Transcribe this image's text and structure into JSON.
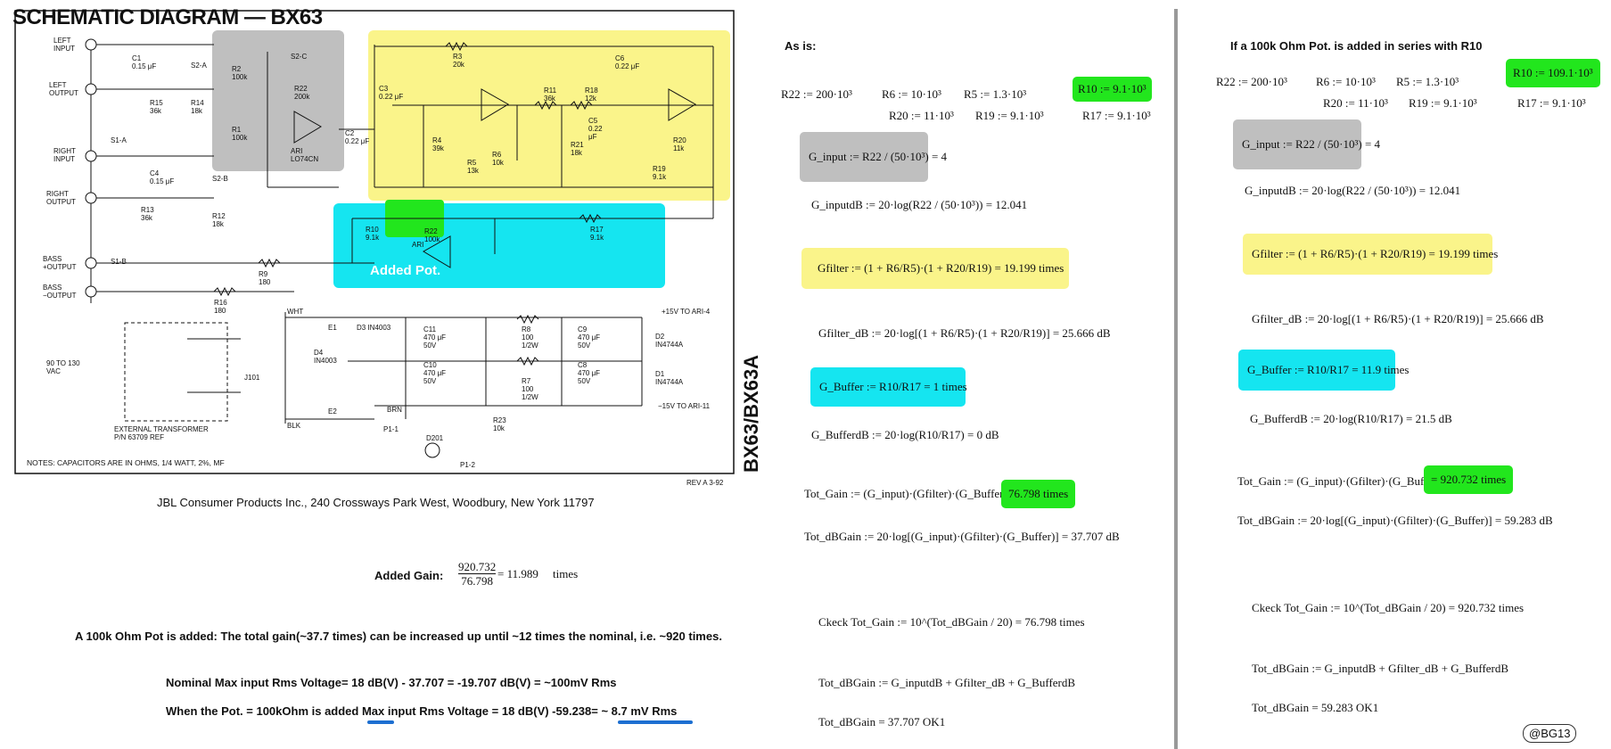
{
  "schematic": {
    "title": "SCHEMATIC DIAGRAM — BX63",
    "side_title": "BX63/BX63A",
    "company": "JBL Consumer Products Inc., 240 Crossways Park West, Woodbury, New York 11797",
    "notes": "NOTES:  CAPACITORS ARE IN OHMS, 1/4 WATT, 2%, MF",
    "rev": "REV A    3-92",
    "added_pot_label": "Added Pot.",
    "labels": {
      "left_input": "LEFT\nINPUT",
      "left_output": "LEFT\nOUTPUT",
      "right_input": "RIGHT\nINPUT",
      "right_output": "RIGHT\nOUTPUT",
      "bass_plus": "BASS\n+OUTPUT",
      "bass_minus": "BASS\n−OUTPUT",
      "c1": "C1\n0.15 μF",
      "c4": "C4\n0.15 μF",
      "r15": "R15\n36k",
      "r14": "R14\n18k",
      "r13": "R13\n36k",
      "r12": "R12\n18k",
      "s1a": "S1-A",
      "s1b": "S1-B",
      "s2a": "S2-A",
      "s2b": "S2-B",
      "s2c": "S2-C",
      "r2": "R2\n100k",
      "r1": "R1\n100k",
      "r22": "R22\n200k",
      "ari_lo74": "ARI\nLO74CN",
      "c2": "C2\n0.22 μF",
      "c3": "C3\n0.22 μF",
      "r3": "R3\n20k",
      "r4": "R4\n39k",
      "r5": "R5\n13k",
      "r6": "R6\n10k",
      "r11": "R11\n36k",
      "r18": "R18\n12k",
      "c5": "C5\n0.22\nμF",
      "c6": "C6\n0.22 μF",
      "r21": "R21\n18k",
      "r20": "R20\n11k",
      "r19": "R19\n9.1k",
      "r10": "R10\n9.1k",
      "r17": "R17\n9.1k",
      "r9": "R9\n180",
      "r16": "R16\n180",
      "pot_val": "R22\n100k",
      "ari": "ARI",
      "wht": "WHT",
      "blk": "BLK",
      "brn": "BRN",
      "e1": "E1",
      "e2": "E2",
      "d3": "D3 IN4003",
      "d4": "D4\nIN4003",
      "c11": "C11\n470 μF\n50V",
      "c10": "C10\n470 μF\n50V",
      "c9": "C9\n470 μF\n50V",
      "c8": "C8\n470 μF\n50V",
      "r8": "R8\n100\n1/2W",
      "r7": "R7\n100\n1/2W",
      "r23": "R23\n10k",
      "d2": "D2\nIN4744A",
      "d1": "D1\nIN4744A",
      "plus15": "+15V TO ARI-4",
      "minus15": "−15V TO ARI-11",
      "vac": "90 TO 130\nVAC",
      "j101": "J101",
      "ext_tr": "EXTERNAL TRANSFORMER\nP/N 63709 REF",
      "d201": "D201",
      "p1_1": "P1-1",
      "p1_2": "P1-2"
    }
  },
  "bottom": {
    "added_gain_label": "Added Gain:",
    "added_gain_num": "920.732",
    "added_gain_den": "76.798",
    "added_gain_result": "= 11.989",
    "added_gain_unit": "times",
    "pot_statement": "A 100k Ohm Pot is added: The total gain(~37.7 times) can be increased up until ~12 times the nominal, i.e. ~920  times.",
    "nominal_voltage": "Nominal Max input Rms Voltage= 18 dB(V) - 37.707 = -19.707 dB(V) = ~100mV Rms",
    "pot_voltage": "When the Pot. = 100kOhm is added Max input Rms Voltage = 18 dB(V) -59.238= ~ 8.7 mV Rms"
  },
  "as_is": {
    "title": "As is:",
    "r22": "R22 := 200·10³",
    "r6": "R6 := 10·10³",
    "r5": "R5 := 1.3·10³",
    "r10": "R10 := 9.1·10³",
    "r20": "R20 := 11·10³",
    "r19": "R19 := 9.1·10³",
    "r17": "R17 := 9.1·10³",
    "g_input": "G_input := R22 / (50·10³) = 4",
    "g_input_db": "G_inputdB := 20·log(R22 / (50·10³)) = 12.041",
    "g_filter": "Gfilter := (1 + R6/R5)·(1 + R20/R19) = 19.199   times",
    "g_filter_db": "Gfilter_dB := 20·log[(1 + R6/R5)·(1 + R20/R19)] = 25.666   dB",
    "g_buffer": "G_Buffer := R10/R17 = 1     times",
    "g_buffer_db": "G_BufferdB := 20·log(R10/R17) = 0    dB",
    "tot_gain": "Tot_Gain := (G_input)·(Gfilter)·(G_Buffer) =",
    "tot_gain_val": "76.798    times",
    "tot_db_gain": "Tot_dBGain := 20·log[(G_input)·(Gfilter)·(G_Buffer)] = 37.707    dB",
    "check": "Ckeck     Tot_Gain := 10^(Tot_dBGain / 20) = 76.798     times",
    "tot_db_sum": "Tot_dBGain := G_inputdB + Gfilter_dB + G_BufferdB",
    "tot_db_result": "Tot_dBGain = 37.707       OK1"
  },
  "with_pot": {
    "title": "If a 100k Ohm Pot. is added in series with R10",
    "r22": "R22 := 200·10³",
    "r6": "R6 := 10·10³",
    "r5": "R5 := 1.3·10³",
    "r10": "R10 := 109.1·10³",
    "r20": "R20 := 11·10³",
    "r19": "R19 := 9.1·10³",
    "r17": "R17 := 9.1·10³",
    "g_input": "G_input := R22 / (50·10³) = 4",
    "g_input_db": "G_inputdB := 20·log(R22 / (50·10³)) = 12.041",
    "g_filter": "Gfilter := (1 + R6/R5)·(1 + R20/R19) = 19.199    times",
    "g_filter_db": "Gfilter_dB := 20·log[(1 + R6/R5)·(1 + R20/R19)] = 25.666    dB",
    "g_buffer": "G_Buffer := R10/R17 = 11.9 times",
    "g_buffer_db": "G_BufferdB := 20·log(R10/R17) = 21.5 dB",
    "tot_gain": "Tot_Gain := (G_input)·(Gfilter)·(G_Buffer)",
    "tot_gain_val": "= 920.732       times",
    "tot_db_gain": "Tot_dBGain := 20·log[(G_input)·(Gfilter)·(G_Buffer)] = 59.283    dB",
    "check": "Ckeck     Tot_Gain := 10^(Tot_dBGain / 20) = 920.732      times",
    "tot_db_sum": "Tot_dBGain := G_inputdB + Gfilter_dB + G_BufferdB",
    "tot_db_result": "Tot_dBGain = 59.283       OK1"
  },
  "watermark": "@BG13",
  "colors": {
    "yellow": "#faf48a",
    "gray": "#bfbfbf",
    "cyan": "#15e5f0",
    "green": "#22e61d",
    "underline": "#1d6fd1"
  }
}
